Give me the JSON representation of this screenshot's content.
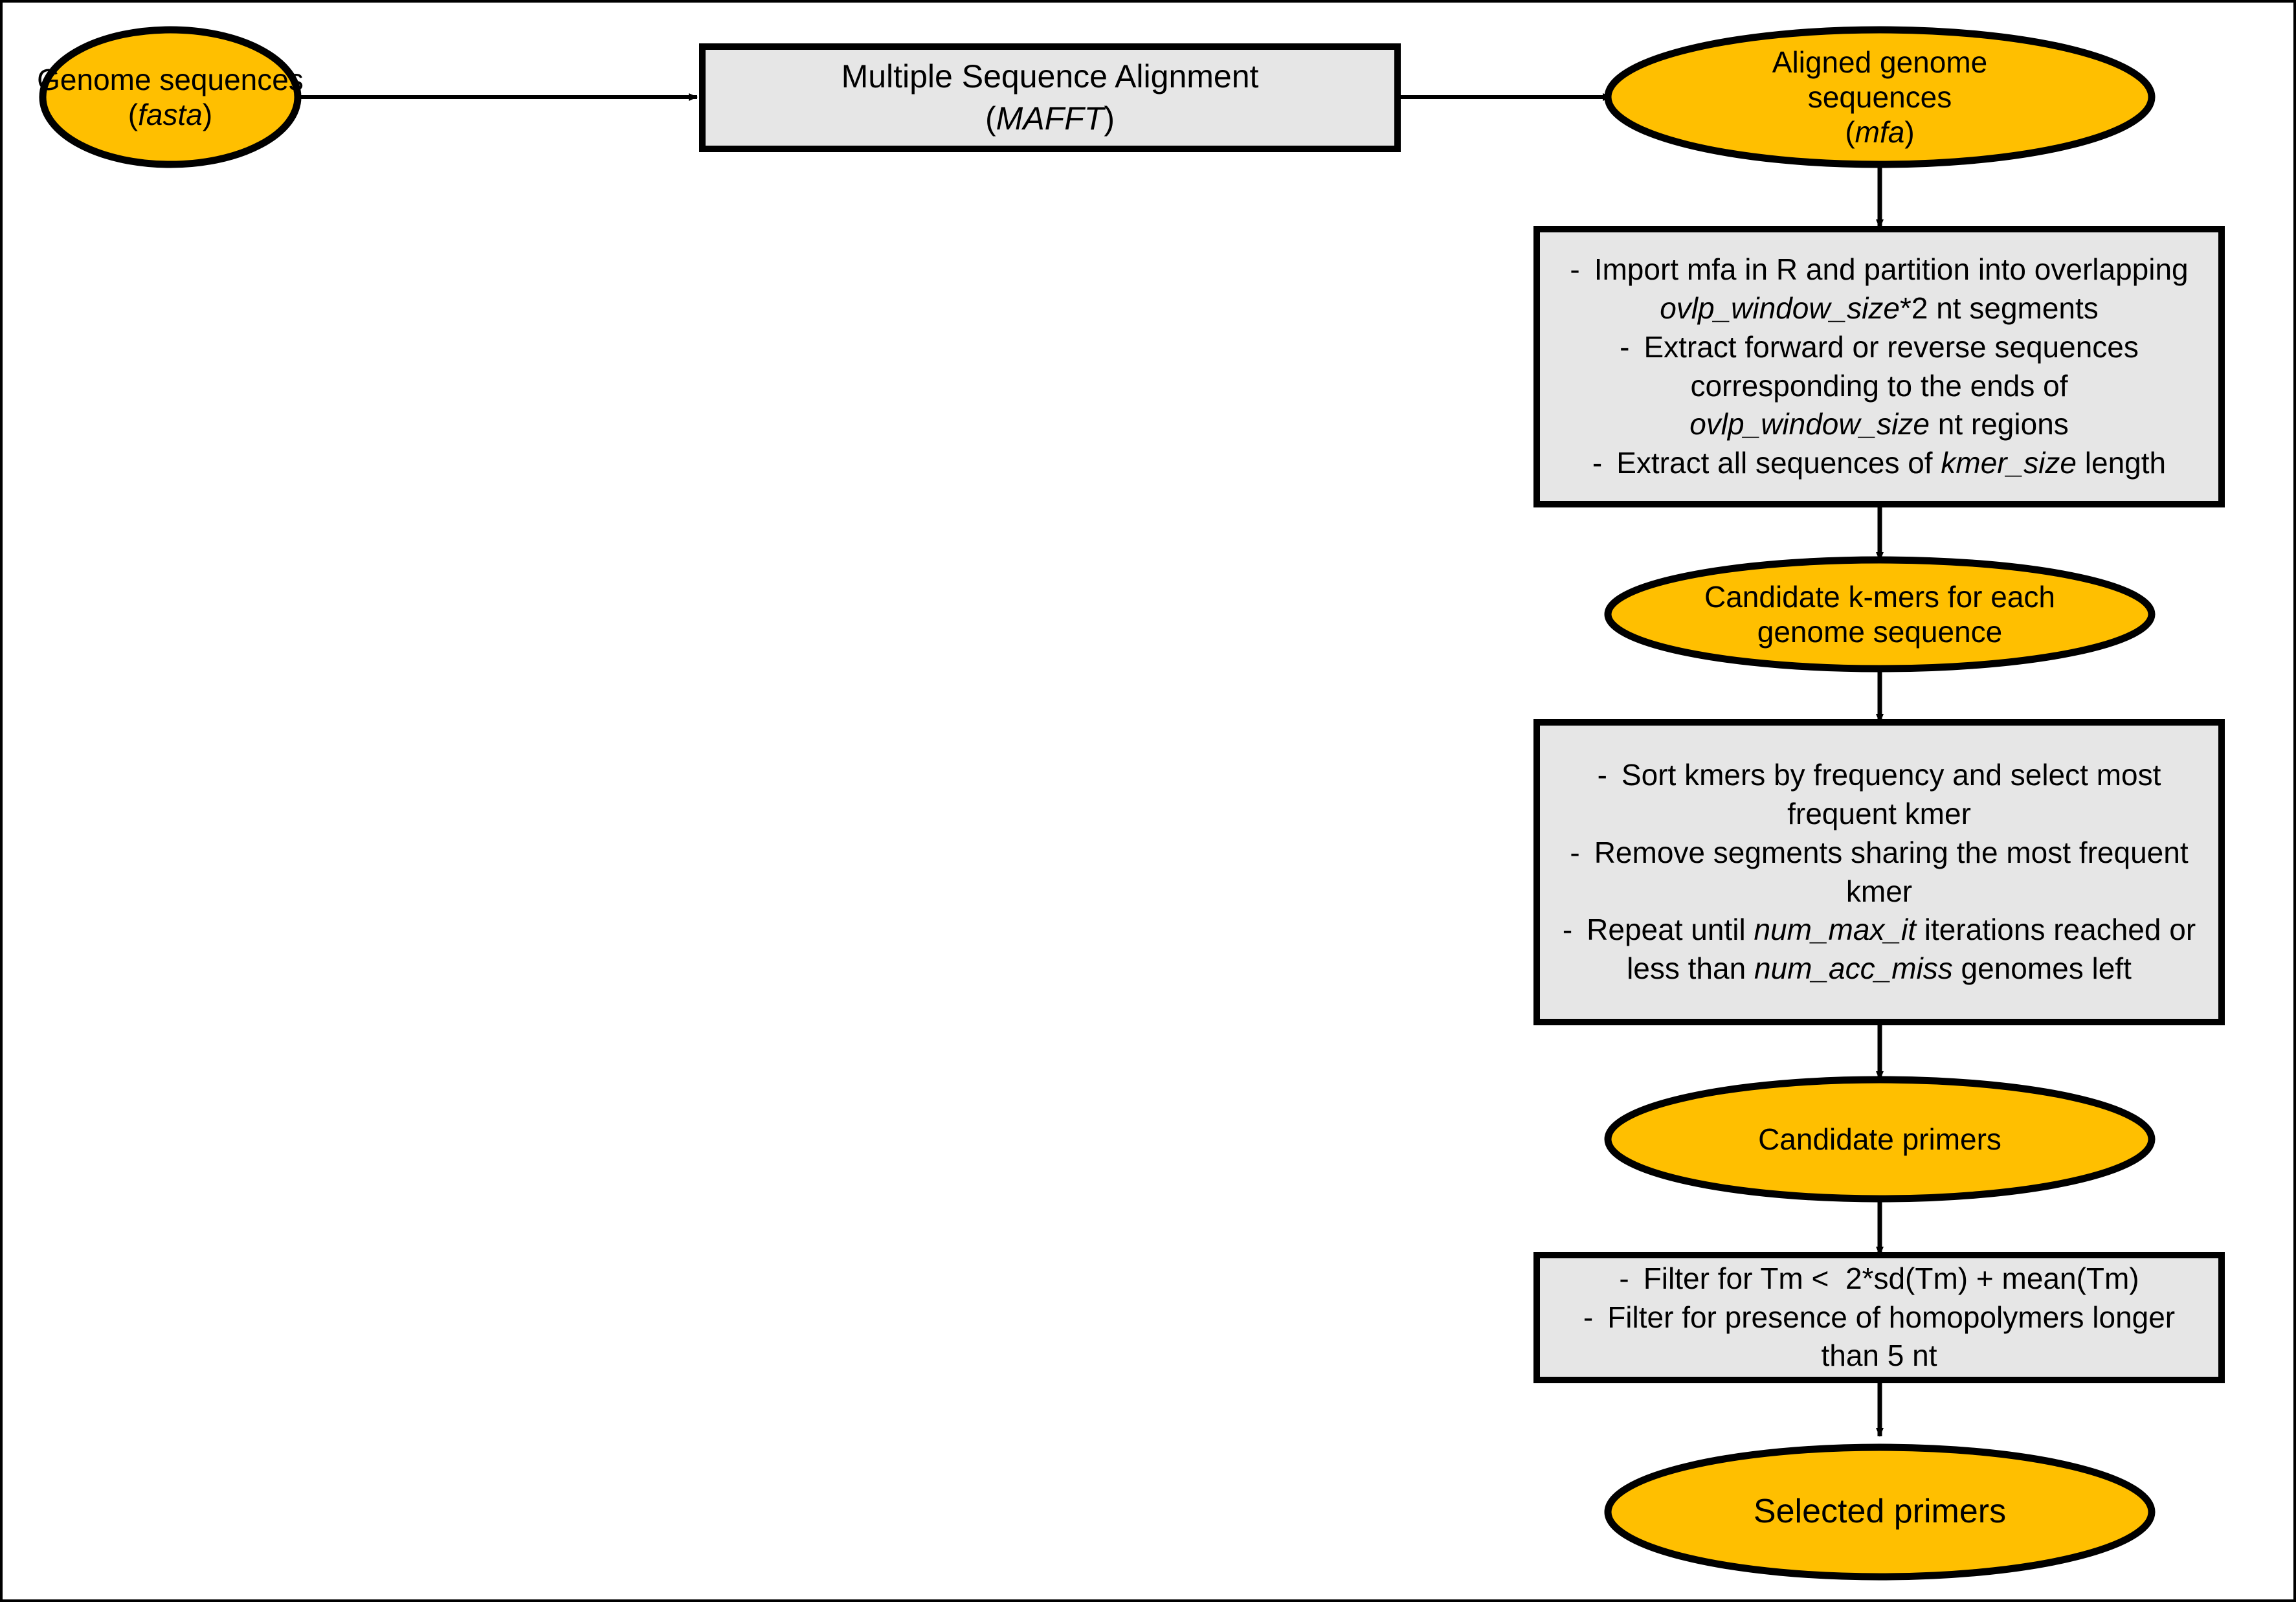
{
  "diagram": {
    "title": "Primer design workflow flowchart",
    "colors": {
      "terminal_fill": "#FFBF00",
      "process_fill": "#E6E6E6",
      "stroke": "#000000",
      "text": "#000000",
      "background": "#FFFFFF"
    },
    "nodes": {
      "genome_sequences": {
        "shape": "ellipse",
        "line1": "Genome sequences",
        "line2_italic": "fasta",
        "line2_prefix": "(",
        "line2_suffix": ")"
      },
      "multiple_sequence_alignment": {
        "shape": "process",
        "line1": "Multiple Sequence Alignment",
        "line2_italic": "MAFFT",
        "line2_prefix": "(",
        "line2_suffix": ")"
      },
      "aligned_genome_sequences": {
        "shape": "ellipse",
        "line1": "Aligned genome",
        "line2": "sequences",
        "line3_italic": "mfa",
        "line3_prefix": "(",
        "line3_suffix": ")"
      },
      "import_partition_extract": {
        "shape": "process",
        "bullets": [
          {
            "dash": "-",
            "lines": [
              [
                {
                  "t": "Import mfa in R and partition into overlapping",
                  "i": false
                }
              ],
              [
                {
                  "t": "ovlp_window_size",
                  "i": true
                },
                {
                  "t": "*2 nt segments",
                  "i": false
                }
              ]
            ]
          },
          {
            "dash": "-",
            "lines": [
              [
                {
                  "t": "Extract forward or reverse sequences",
                  "i": false
                }
              ],
              [
                {
                  "t": "corresponding to the ends of",
                  "i": false
                }
              ],
              [
                {
                  "t": "ovlp_window_size",
                  "i": true
                },
                {
                  "t": " nt regions",
                  "i": false
                }
              ]
            ]
          },
          {
            "dash": "-",
            "lines": [
              [
                {
                  "t": "Extract all sequences of ",
                  "i": false
                },
                {
                  "t": "kmer_size",
                  "i": true
                },
                {
                  "t": " length",
                  "i": false
                }
              ]
            ]
          }
        ]
      },
      "candidate_kmers": {
        "shape": "ellipse",
        "line1": "Candidate k-mers for each",
        "line2": "genome sequence"
      },
      "sort_remove_repeat": {
        "shape": "process",
        "bullets": [
          {
            "dash": "-",
            "lines": [
              [
                {
                  "t": "Sort kmers by frequency and select most",
                  "i": false
                }
              ],
              [
                {
                  "t": "frequent kmer",
                  "i": false
                }
              ]
            ]
          },
          {
            "dash": "-",
            "lines": [
              [
                {
                  "t": "Remove segments sharing the most frequent",
                  "i": false
                }
              ],
              [
                {
                  "t": "kmer",
                  "i": false
                }
              ]
            ]
          },
          {
            "dash": "-",
            "lines": [
              [
                {
                  "t": "Repeat until ",
                  "i": false
                },
                {
                  "t": "num_max_it",
                  "i": true
                },
                {
                  "t": " iterations reached or",
                  "i": false
                }
              ],
              [
                {
                  "t": "less than ",
                  "i": false
                },
                {
                  "t": "num_acc_miss",
                  "i": true
                },
                {
                  "t": " genomes left",
                  "i": false
                }
              ]
            ]
          }
        ]
      },
      "candidate_primers": {
        "shape": "ellipse",
        "line1": "Candidate primers"
      },
      "filter_tm_homopolymers": {
        "shape": "process",
        "bullets": [
          {
            "dash": "-",
            "lines": [
              [
                {
                  "t": "Filter for Tm <  2*sd(Tm) + mean(Tm)",
                  "i": false
                }
              ]
            ]
          },
          {
            "dash": "-",
            "lines": [
              [
                {
                  "t": "Filter for presence of homopolymers longer",
                  "i": false
                }
              ],
              [
                {
                  "t": "than 5 nt",
                  "i": false
                }
              ]
            ]
          }
        ]
      },
      "selected_primers": {
        "shape": "ellipse",
        "line1": "Selected primers"
      }
    },
    "edges": [
      {
        "from": "genome_sequences",
        "to": "multiple_sequence_alignment",
        "direction": "right"
      },
      {
        "from": "multiple_sequence_alignment",
        "to": "aligned_genome_sequences",
        "direction": "right"
      },
      {
        "from": "aligned_genome_sequences",
        "to": "import_partition_extract",
        "direction": "down"
      },
      {
        "from": "import_partition_extract",
        "to": "candidate_kmers",
        "direction": "down"
      },
      {
        "from": "candidate_kmers",
        "to": "sort_remove_repeat",
        "direction": "down"
      },
      {
        "from": "sort_remove_repeat",
        "to": "candidate_primers",
        "direction": "down"
      },
      {
        "from": "candidate_primers",
        "to": "filter_tm_homopolymers",
        "direction": "down"
      },
      {
        "from": "filter_tm_homopolymers",
        "to": "selected_primers",
        "direction": "down"
      }
    ]
  }
}
